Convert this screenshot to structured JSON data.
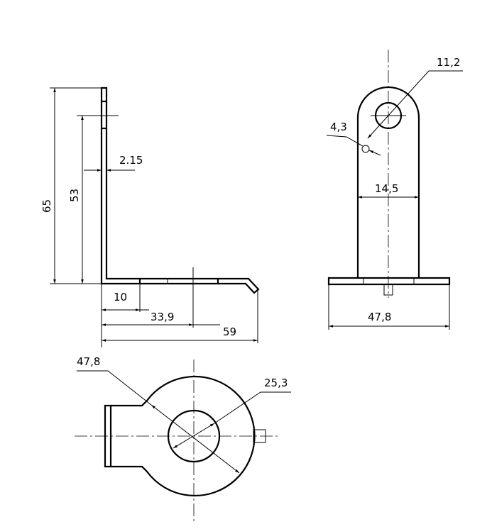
{
  "side_view": {
    "dim_height_total": "65",
    "dim_height_hole": "53",
    "dim_thickness": "2.15",
    "dim_hole_offset": "10",
    "dim_center_offset": "33,9",
    "dim_length_total": "59"
  },
  "front_view": {
    "dim_hole_diameter": "11,2",
    "dim_small_hole": "4,3",
    "dim_tab_width": "14,5",
    "dim_base_width": "47,8"
  },
  "top_view": {
    "dim_outer_diameter": "47,8",
    "dim_inner_diameter": "25,3"
  }
}
